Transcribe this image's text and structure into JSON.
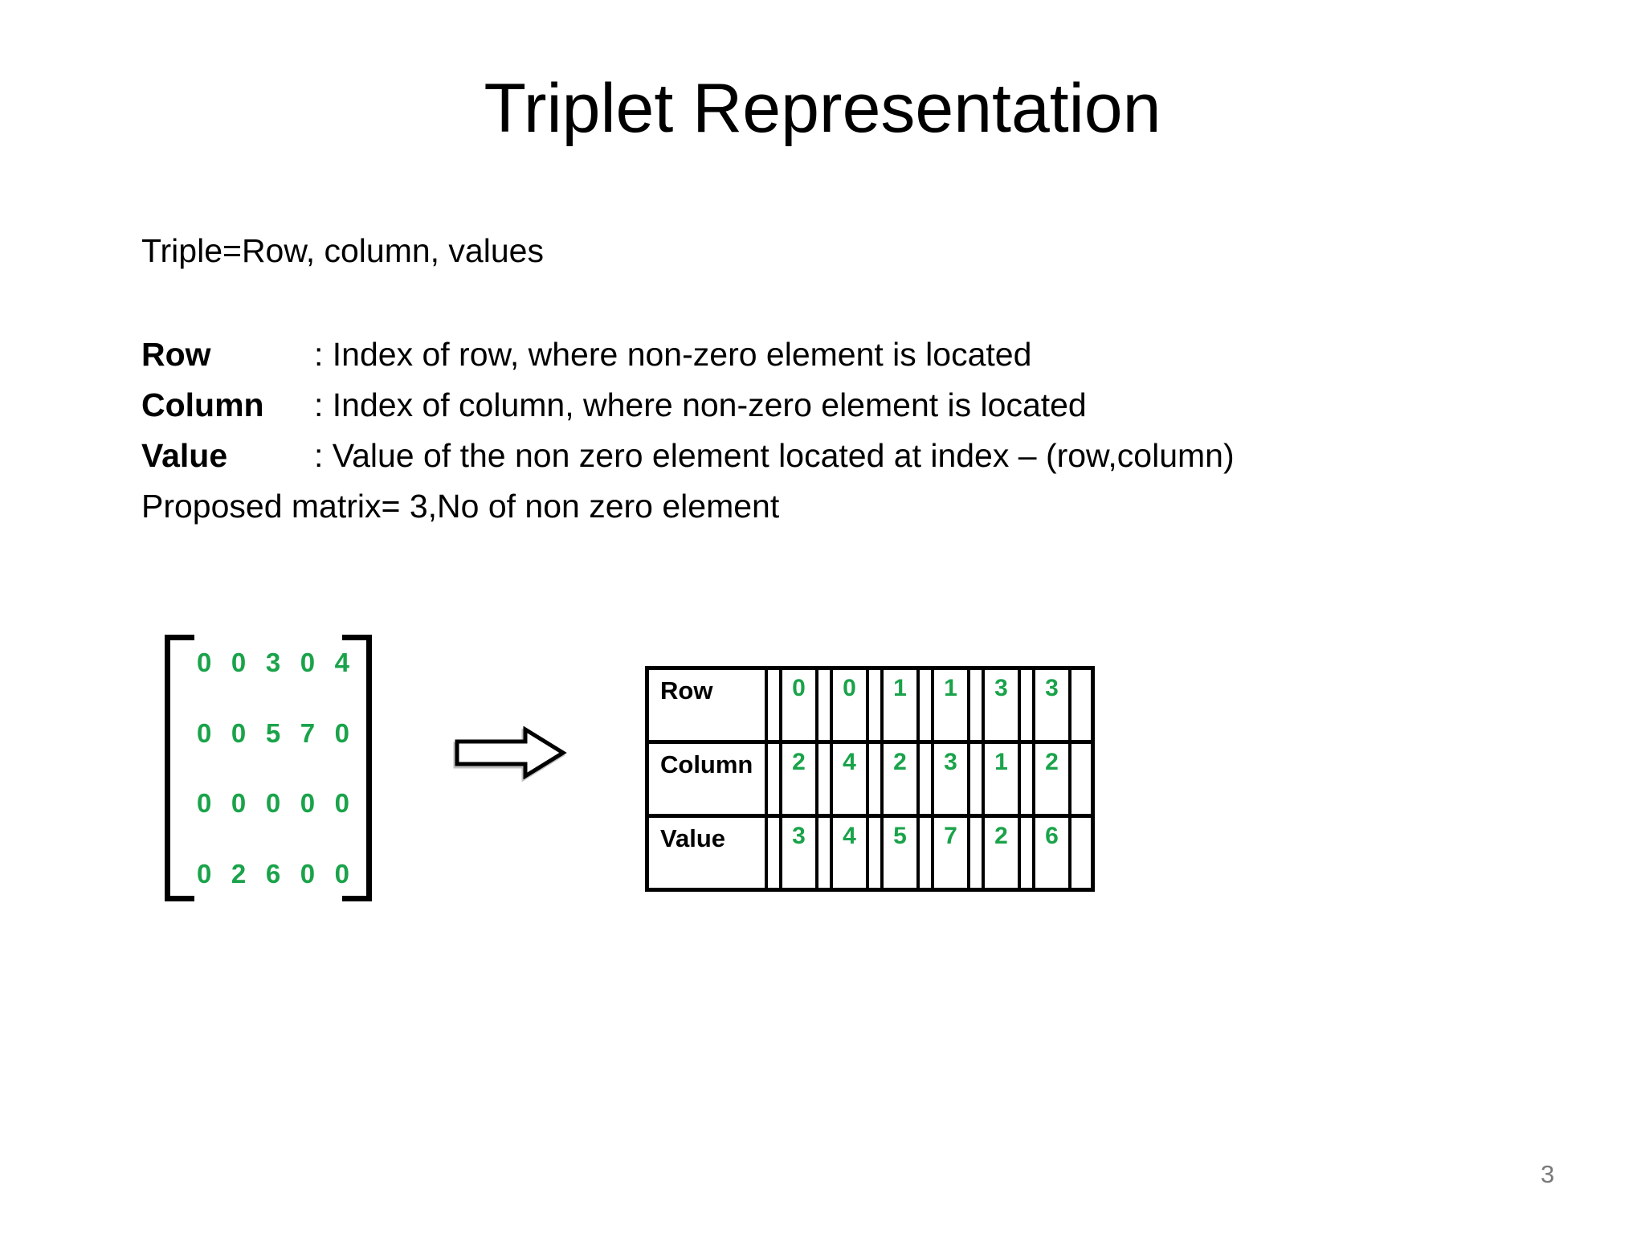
{
  "slide": {
    "title": "Triplet Representation",
    "intro": "Triple=Row, column, values",
    "definitions": [
      {
        "term": "Row",
        "desc": ": Index of row, where non-zero element is located"
      },
      {
        "term": "Column",
        "desc": ": Index of column, where non-zero element is located"
      },
      {
        "term": "Value",
        "desc": ": Value of the non zero element located at index – (row,column)"
      }
    ],
    "note": "Proposed matrix= 3,No of non zero element",
    "page_number": "3"
  },
  "figure": {
    "matrix": {
      "rows": [
        [
          "0",
          "0",
          "3",
          "0",
          "4"
        ],
        [
          "0",
          "0",
          "5",
          "7",
          "0"
        ],
        [
          "0",
          "0",
          "0",
          "0",
          "0"
        ],
        [
          "0",
          "2",
          "6",
          "0",
          "0"
        ]
      ]
    },
    "arrow_icon": "right-block-arrow",
    "triplet_table": {
      "rows": [
        {
          "label": "Row",
          "values": [
            "0",
            "0",
            "1",
            "1",
            "3",
            "3"
          ]
        },
        {
          "label": "Column",
          "values": [
            "2",
            "4",
            "2",
            "3",
            "1",
            "2"
          ]
        },
        {
          "label": "Value",
          "values": [
            "3",
            "4",
            "5",
            "7",
            "2",
            "6"
          ]
        }
      ]
    }
  },
  "colors": {
    "accent_green": "#1aa34a",
    "text_black": "#000000",
    "page_number_gray": "#7a7a7a"
  }
}
